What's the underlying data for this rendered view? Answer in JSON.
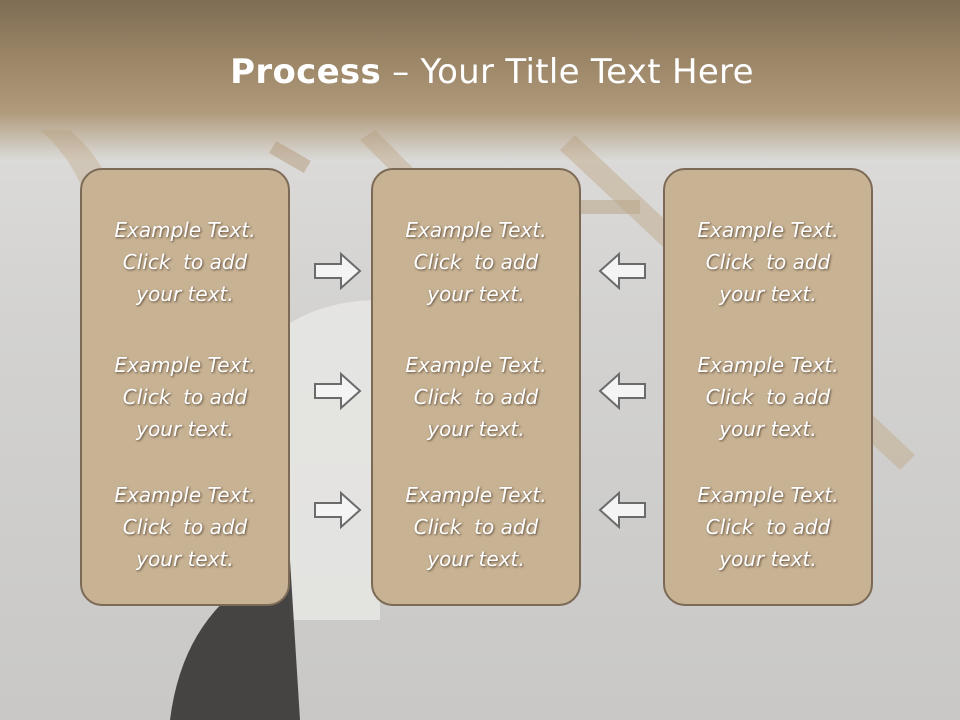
{
  "slide": {
    "title_bold": "Process",
    "title_rest": " – Your Title Text Here"
  },
  "columns": [
    {
      "items": [
        {
          "line1": "Example Text.",
          "line2": "Click  to add",
          "line3": "your text."
        },
        {
          "line1": "Example Text.",
          "line2": "Click  to add",
          "line3": "your text."
        },
        {
          "line1": "Example Text.",
          "line2": "Click  to add",
          "line3": "your text."
        }
      ]
    },
    {
      "items": [
        {
          "line1": "Example Text.",
          "line2": "Click  to add",
          "line3": "your text."
        },
        {
          "line1": "Example Text.",
          "line2": "Click  to add",
          "line3": "your text."
        },
        {
          "line1": "Example Text.",
          "line2": "Click  to add",
          "line3": "your text."
        }
      ]
    },
    {
      "items": [
        {
          "line1": "Example Text.",
          "line2": "Click  to add",
          "line3": "your text."
        },
        {
          "line1": "Example Text.",
          "line2": "Click  to add",
          "line3": "your text."
        },
        {
          "line1": "Example Text.",
          "line2": "Click  to add",
          "line3": "your text."
        }
      ]
    }
  ],
  "arrows": {
    "left_group": [
      "right-arrow-icon",
      "right-arrow-icon",
      "right-arrow-icon"
    ],
    "right_group": [
      "left-arrow-icon",
      "left-arrow-icon",
      "left-arrow-icon"
    ]
  },
  "colors": {
    "title_band": "#9a8466",
    "box_fill": "#c8b294",
    "box_border": "#7c6a56",
    "text": "#ffffff"
  }
}
